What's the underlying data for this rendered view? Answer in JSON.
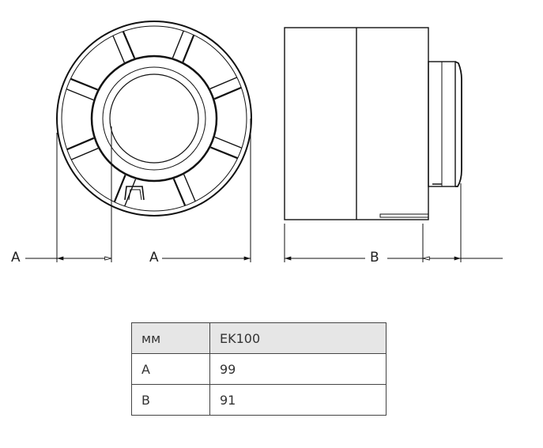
{
  "dimensions": {
    "front_left_label": "A",
    "front_right_label": "A",
    "side_label": "B"
  },
  "table": {
    "header": [
      "мм",
      "EK100"
    ],
    "rows": [
      [
        "A",
        "99"
      ],
      [
        "B",
        "91"
      ]
    ]
  }
}
